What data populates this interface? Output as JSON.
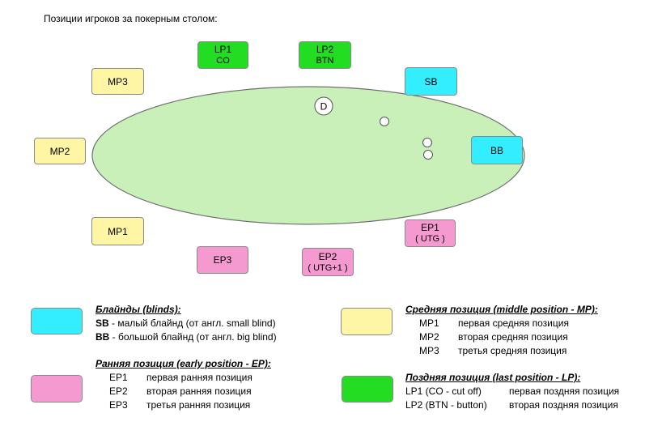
{
  "title": "Позиции игроков за покерным столом:",
  "colors": {
    "table_fill": "#c8f0b8",
    "table_stroke": "#707070",
    "blinds": "#33eeff",
    "early": "#f59ad0",
    "middle": "#fef5a5",
    "late": "#22dd22"
  },
  "dealer_button": "D",
  "seats": {
    "lp1": {
      "line1": "LP1",
      "line2": "CO"
    },
    "lp2": {
      "line1": "LP2",
      "line2": "BTN"
    },
    "sb": {
      "line1": "SB"
    },
    "bb": {
      "line1": "BB"
    },
    "ep1": {
      "line1": "EP1",
      "line2": "( UTG )"
    },
    "ep2": {
      "line1": "EP2",
      "line2": "( UTG+1 )"
    },
    "ep3": {
      "line1": "EP3"
    },
    "mp1": {
      "line1": "MP1"
    },
    "mp2": {
      "line1": "MP2"
    },
    "mp3": {
      "line1": "MP3"
    }
  },
  "legend": {
    "blinds": {
      "heading": "Блайнды (blinds):",
      "items": [
        {
          "code": "SB",
          "text": " - малый блайнд (от англ. small blind)"
        },
        {
          "code": "BB",
          "text": " - большой блайнд (от англ. big blind)"
        }
      ]
    },
    "early": {
      "heading": "Ранняя позиция (early position - EP):",
      "items": [
        {
          "code": "EP1",
          "text": "первая ранняя позиция"
        },
        {
          "code": "EP2",
          "text": "вторая ранняя позиция"
        },
        {
          "code": "EP3",
          "text": "третья ранняя позиция"
        }
      ]
    },
    "middle": {
      "heading": "Средняя позиция (middle position - MP):",
      "items": [
        {
          "code": "MP1",
          "text": "первая средняя позиция"
        },
        {
          "code": "MP2",
          "text": "вторая средняя позиция"
        },
        {
          "code": "MP3",
          "text": "третья средняя позиция"
        }
      ]
    },
    "late": {
      "heading": "Поздняя позиция (last position - LP):",
      "items": [
        {
          "code": "LP1 (CO - cut off)",
          "text": "первая поздняя позиция"
        },
        {
          "code": "LP2 (BTN - button)",
          "text": "вторая поздняя позиция"
        }
      ]
    }
  }
}
